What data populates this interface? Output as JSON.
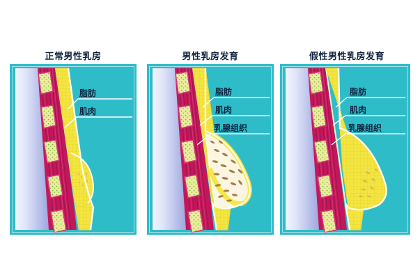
{
  "figure": {
    "background_color": "#ffffff",
    "panel_background_color": "#2fbcc9",
    "title_color": "#10243f",
    "label_color": "#10243f",
    "leader_line_color": "#ffffff"
  },
  "panels": [
    {
      "id": "normal-male-breast",
      "title": "正常男性乳房",
      "labels": [
        {
          "id": "fat",
          "text": "脂肪"
        },
        {
          "id": "muscle",
          "text": "肌肉"
        }
      ]
    },
    {
      "id": "gynecomastia",
      "title": "男性乳房发育",
      "labels": [
        {
          "id": "fat",
          "text": "脂肪"
        },
        {
          "id": "muscle",
          "text": "肌肉"
        },
        {
          "id": "glandular-tissue",
          "text": "乳腺组织"
        }
      ]
    },
    {
      "id": "pseudogynecomastia",
      "title": "假性男性乳房发育",
      "labels": [
        {
          "id": "fat",
          "text": "脂肪"
        },
        {
          "id": "muscle",
          "text": "肌肉"
        },
        {
          "id": "glandular-tissue",
          "text": "乳腺组织"
        }
      ]
    }
  ],
  "anatomy_colors": {
    "chest_wall_light": "#e6eafb",
    "chest_wall_mid": "#c3c9ec",
    "chest_wall_dark": "#9aa3dd",
    "rib_fill": "#ecec9e",
    "rib_speckle": "#7cb342",
    "rib_outline": "#d8357f",
    "muscle_fill": "#c2185b",
    "muscle_dark": "#9c1348",
    "muscle_light": "#e0457c",
    "fat_fill": "#f4e542",
    "fat_outline": "#e8d832",
    "skin_outline": "#fdfbe8",
    "gland_fill": "#a07840",
    "gland_bg": "#fbf6e2"
  }
}
